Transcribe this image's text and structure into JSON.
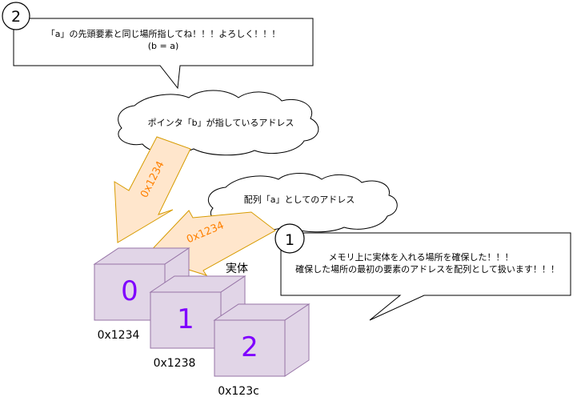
{
  "callout_2": {
    "number": "2",
    "line1": "「a」の先頭要素と同じ場所指してね！！！よろしく！！！",
    "line2": "(b = a)"
  },
  "callout_1": {
    "number": "1",
    "line1": "メモリ上に実体を入れる場所を確保した！！！",
    "line2": "確保した場所の最初の要素のアドレスを配列として扱います！！！"
  },
  "cloud_b": {
    "label": "ポインタ「b」が指しているアドレス"
  },
  "cloud_a": {
    "label": "配列「a」としてのアドレス"
  },
  "arrow_b": {
    "label": "0x1234"
  },
  "arrow_a": {
    "label": "0x1234"
  },
  "entity_label": "実体",
  "cubes": [
    {
      "value": "0",
      "address": "0x1234"
    },
    {
      "value": "1",
      "address": "0x1238"
    },
    {
      "value": "2",
      "address": "0x123c"
    }
  ],
  "colors": {
    "cube_fill": "#e1d5e7",
    "cube_stroke": "#9673a6",
    "cube_digit": "#7f00ff",
    "arrow_fill": "#ffe6cc",
    "arrow_stroke": "#d79b00",
    "arrow_text": "#ff8000"
  }
}
